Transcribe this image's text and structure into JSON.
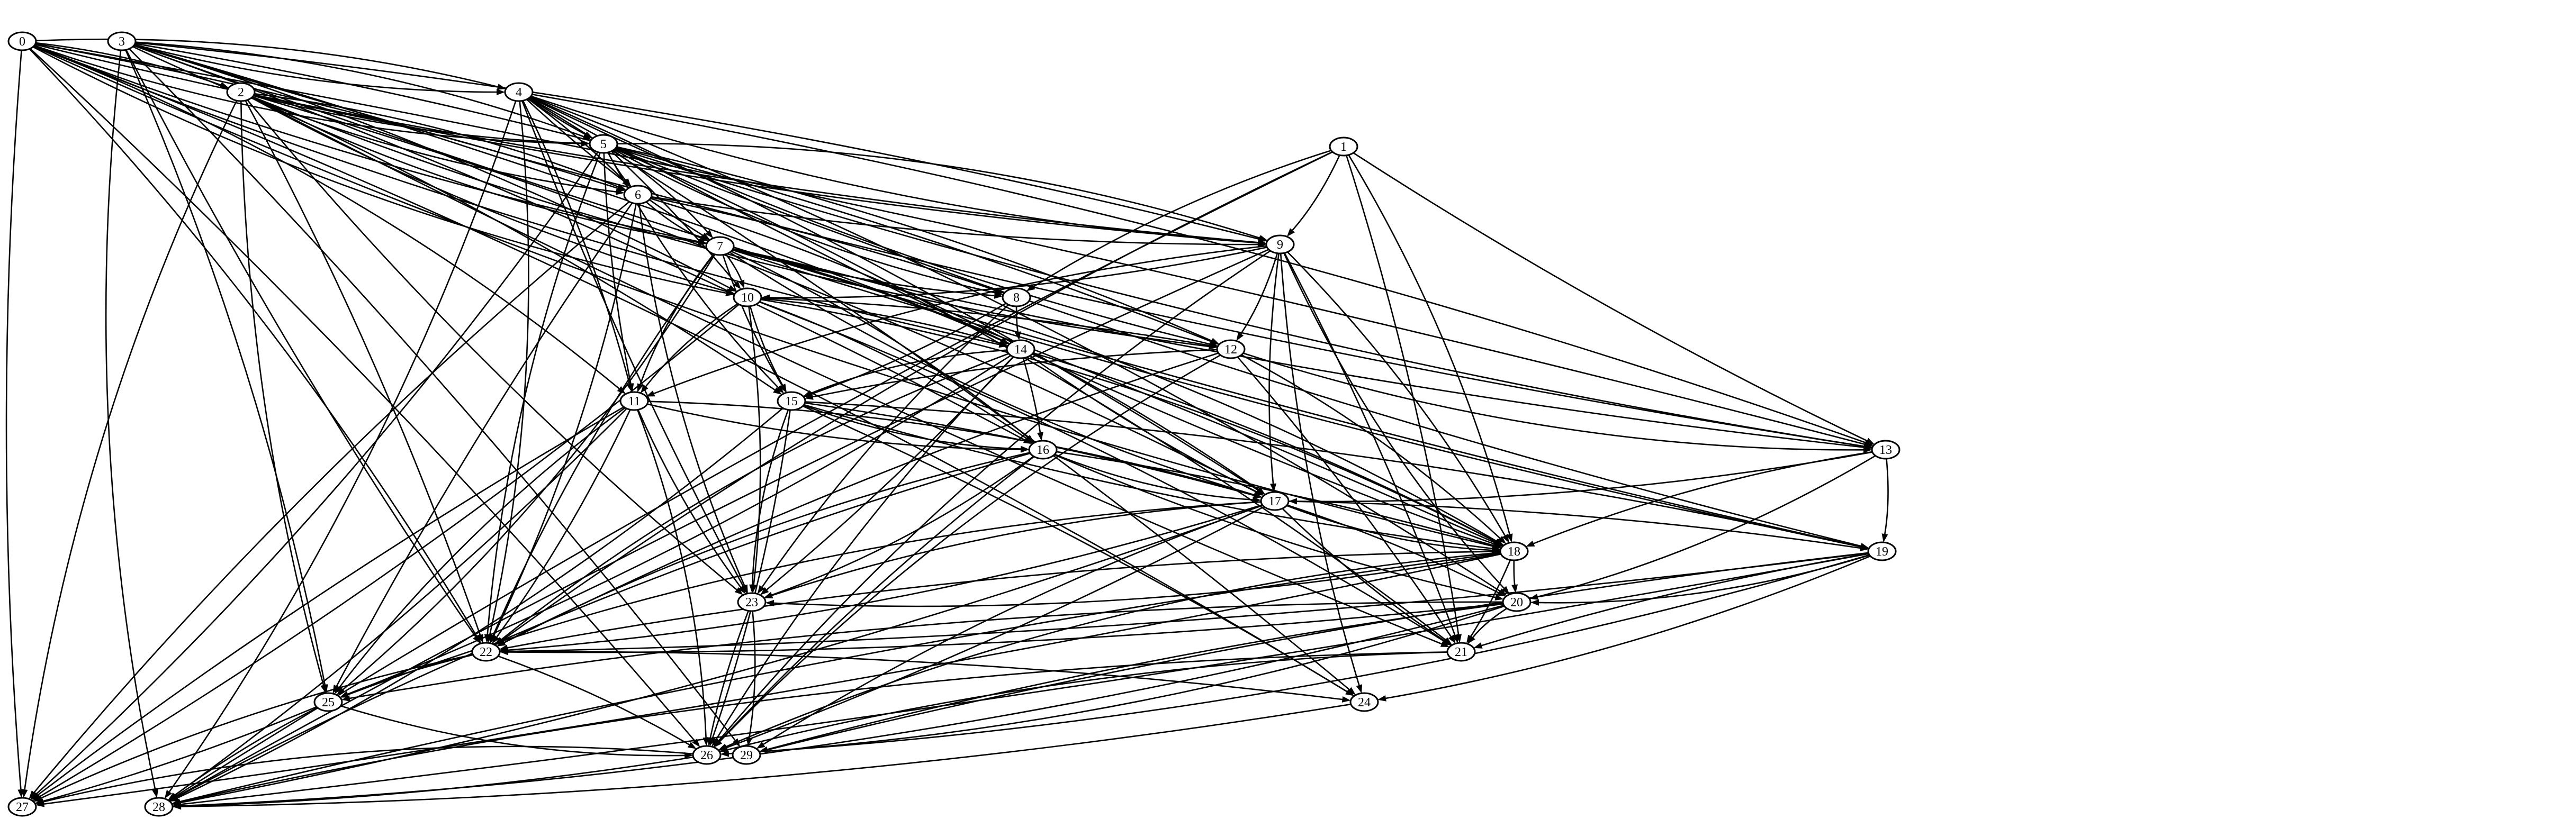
{
  "nodes": [
    "0",
    "1",
    "2",
    "3",
    "4",
    "5",
    "6",
    "7",
    "8",
    "9",
    "10",
    "11",
    "12",
    "13",
    "14",
    "15",
    "16",
    "17",
    "18",
    "19",
    "20",
    "21",
    "22",
    "23",
    "24",
    "25",
    "26",
    "27",
    "28",
    "29"
  ],
  "edges": [
    [
      "0",
      "2"
    ],
    [
      "0",
      "4"
    ],
    [
      "0",
      "5"
    ],
    [
      "0",
      "6"
    ],
    [
      "0",
      "7"
    ],
    [
      "0",
      "9"
    ],
    [
      "0",
      "10"
    ],
    [
      "0",
      "11"
    ],
    [
      "0",
      "13"
    ],
    [
      "0",
      "14"
    ],
    [
      "0",
      "18"
    ],
    [
      "0",
      "22"
    ],
    [
      "0",
      "24"
    ],
    [
      "0",
      "26"
    ],
    [
      "0",
      "27"
    ],
    [
      "1",
      "8"
    ],
    [
      "1",
      "9"
    ],
    [
      "1",
      "13"
    ],
    [
      "1",
      "18"
    ],
    [
      "1",
      "21"
    ],
    [
      "1",
      "22"
    ],
    [
      "1",
      "28"
    ],
    [
      "2",
      "5"
    ],
    [
      "2",
      "6"
    ],
    [
      "2",
      "7"
    ],
    [
      "2",
      "9"
    ],
    [
      "2",
      "10"
    ],
    [
      "2",
      "12"
    ],
    [
      "2",
      "15"
    ],
    [
      "2",
      "17"
    ],
    [
      "2",
      "21"
    ],
    [
      "2",
      "22"
    ],
    [
      "2",
      "23"
    ],
    [
      "2",
      "25"
    ],
    [
      "2",
      "27"
    ],
    [
      "3",
      "4"
    ],
    [
      "3",
      "5"
    ],
    [
      "3",
      "6"
    ],
    [
      "3",
      "9"
    ],
    [
      "3",
      "10"
    ],
    [
      "3",
      "12"
    ],
    [
      "3",
      "13"
    ],
    [
      "3",
      "16"
    ],
    [
      "3",
      "18"
    ],
    [
      "3",
      "19"
    ],
    [
      "3",
      "22"
    ],
    [
      "3",
      "25"
    ],
    [
      "3",
      "28"
    ],
    [
      "3",
      "29"
    ],
    [
      "4",
      "5"
    ],
    [
      "4",
      "6"
    ],
    [
      "4",
      "7"
    ],
    [
      "4",
      "9"
    ],
    [
      "4",
      "11"
    ],
    [
      "4",
      "12"
    ],
    [
      "4",
      "13"
    ],
    [
      "4",
      "17"
    ],
    [
      "4",
      "18"
    ],
    [
      "4",
      "20"
    ],
    [
      "4",
      "22"
    ],
    [
      "4",
      "23"
    ],
    [
      "4",
      "24"
    ],
    [
      "4",
      "28"
    ],
    [
      "5",
      "6"
    ],
    [
      "5",
      "7"
    ],
    [
      "5",
      "8"
    ],
    [
      "5",
      "9"
    ],
    [
      "5",
      "10"
    ],
    [
      "5",
      "11"
    ],
    [
      "5",
      "12"
    ],
    [
      "5",
      "13"
    ],
    [
      "5",
      "15"
    ],
    [
      "5",
      "19"
    ],
    [
      "5",
      "21"
    ],
    [
      "5",
      "22"
    ],
    [
      "5",
      "27"
    ],
    [
      "6",
      "7"
    ],
    [
      "6",
      "8"
    ],
    [
      "6",
      "9"
    ],
    [
      "6",
      "17"
    ],
    [
      "6",
      "22"
    ],
    [
      "6",
      "23"
    ],
    [
      "6",
      "25"
    ],
    [
      "6",
      "27"
    ],
    [
      "7",
      "8"
    ],
    [
      "7",
      "10"
    ],
    [
      "7",
      "11"
    ],
    [
      "7",
      "13"
    ],
    [
      "7",
      "14"
    ],
    [
      "7",
      "15"
    ],
    [
      "7",
      "16"
    ],
    [
      "7",
      "17"
    ],
    [
      "7",
      "18"
    ],
    [
      "7",
      "19"
    ],
    [
      "7",
      "22"
    ],
    [
      "7",
      "25"
    ],
    [
      "8",
      "14"
    ],
    [
      "8",
      "15"
    ],
    [
      "8",
      "23"
    ],
    [
      "9",
      "10"
    ],
    [
      "9",
      "11"
    ],
    [
      "9",
      "12"
    ],
    [
      "9",
      "17"
    ],
    [
      "9",
      "18"
    ],
    [
      "9",
      "20"
    ],
    [
      "9",
      "21"
    ],
    [
      "9",
      "24"
    ],
    [
      "9",
      "26"
    ],
    [
      "9",
      "28"
    ],
    [
      "10",
      "11"
    ],
    [
      "10",
      "12"
    ],
    [
      "10",
      "14"
    ],
    [
      "10",
      "15"
    ],
    [
      "10",
      "16"
    ],
    [
      "10",
      "18"
    ],
    [
      "10",
      "21"
    ],
    [
      "10",
      "23"
    ],
    [
      "10",
      "27"
    ],
    [
      "11",
      "16"
    ],
    [
      "11",
      "17"
    ],
    [
      "11",
      "22"
    ],
    [
      "11",
      "23"
    ],
    [
      "11",
      "25"
    ],
    [
      "11",
      "26"
    ],
    [
      "11",
      "27"
    ],
    [
      "11",
      "28"
    ],
    [
      "12",
      "13"
    ],
    [
      "12",
      "15"
    ],
    [
      "12",
      "18"
    ],
    [
      "12",
      "21"
    ],
    [
      "12",
      "22"
    ],
    [
      "12",
      "26"
    ],
    [
      "13",
      "17"
    ],
    [
      "13",
      "18"
    ],
    [
      "13",
      "19"
    ],
    [
      "13",
      "20"
    ],
    [
      "14",
      "15"
    ],
    [
      "14",
      "16"
    ],
    [
      "14",
      "17"
    ],
    [
      "14",
      "18"
    ],
    [
      "14",
      "22"
    ],
    [
      "14",
      "23"
    ],
    [
      "14",
      "25"
    ],
    [
      "14",
      "26"
    ],
    [
      "15",
      "16"
    ],
    [
      "15",
      "17"
    ],
    [
      "15",
      "18"
    ],
    [
      "15",
      "19"
    ],
    [
      "15",
      "23"
    ],
    [
      "15",
      "24"
    ],
    [
      "15",
      "26"
    ],
    [
      "15",
      "28"
    ],
    [
      "16",
      "17"
    ],
    [
      "16",
      "18"
    ],
    [
      "16",
      "20"
    ],
    [
      "16",
      "22"
    ],
    [
      "16",
      "23"
    ],
    [
      "16",
      "26"
    ],
    [
      "16",
      "28"
    ],
    [
      "17",
      "18"
    ],
    [
      "17",
      "19"
    ],
    [
      "17",
      "20"
    ],
    [
      "17",
      "21"
    ],
    [
      "17",
      "22"
    ],
    [
      "17",
      "23"
    ],
    [
      "17",
      "25"
    ],
    [
      "17",
      "26"
    ],
    [
      "17",
      "28"
    ],
    [
      "17",
      "29"
    ],
    [
      "18",
      "20"
    ],
    [
      "18",
      "21"
    ],
    [
      "18",
      "22"
    ],
    [
      "18",
      "23"
    ],
    [
      "18",
      "26"
    ],
    [
      "18",
      "27"
    ],
    [
      "18",
      "28"
    ],
    [
      "19",
      "20"
    ],
    [
      "19",
      "21"
    ],
    [
      "19",
      "22"
    ],
    [
      "19",
      "24"
    ],
    [
      "19",
      "26"
    ],
    [
      "19",
      "28"
    ],
    [
      "19",
      "29"
    ],
    [
      "20",
      "21"
    ],
    [
      "20",
      "22"
    ],
    [
      "20",
      "25"
    ],
    [
      "20",
      "26"
    ],
    [
      "20",
      "28"
    ],
    [
      "20",
      "29"
    ],
    [
      "21",
      "26"
    ],
    [
      "21",
      "28"
    ],
    [
      "22",
      "24"
    ],
    [
      "22",
      "25"
    ],
    [
      "22",
      "26"
    ],
    [
      "22",
      "27"
    ],
    [
      "23",
      "26"
    ],
    [
      "23",
      "29"
    ],
    [
      "24",
      "28"
    ],
    [
      "25",
      "26"
    ],
    [
      "25",
      "27"
    ],
    [
      "25",
      "28"
    ],
    [
      "26",
      "27"
    ],
    [
      "26",
      "28"
    ]
  ]
}
